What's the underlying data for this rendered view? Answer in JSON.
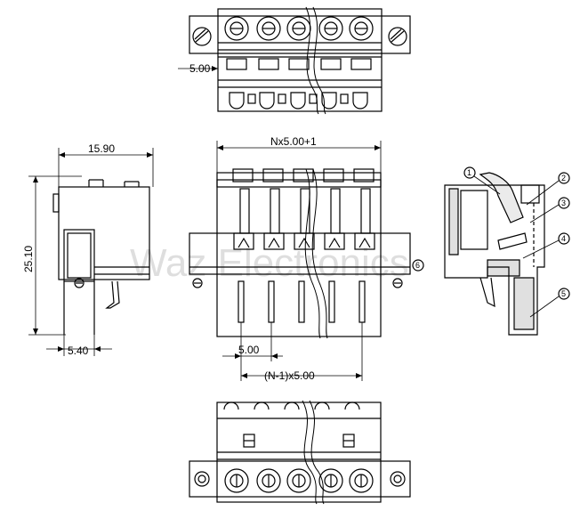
{
  "dimensions": {
    "top_pitch": "5.00",
    "overall_length": "Nx5.00+1",
    "depth": "15.90",
    "height": "25.10",
    "pin_offset": "5.40",
    "bottom_pitch": "5.00",
    "pin_span": "(N-1)x5.00"
  },
  "callouts": [
    "1",
    "2",
    "3",
    "4",
    "5",
    "6"
  ],
  "watermark": "Waz Electronics"
}
